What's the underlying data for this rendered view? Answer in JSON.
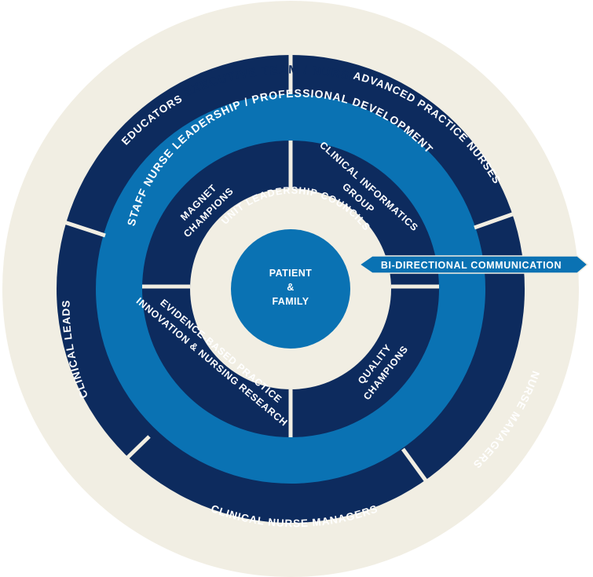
{
  "colors": {
    "cream": "#f1eee3",
    "navy": "#0d2b5e",
    "blue": "#0a72b3",
    "white": "#ffffff"
  },
  "outer_ring": {
    "title": "NURSE EXECUTIVE TEAM / NURSING CONGRESS"
  },
  "navy_ring": {
    "segments": [
      "EDUCATORS",
      "ADVANCED PRACTICE NURSES",
      "NURSE MANAGERS",
      "CLINICAL NURSE MANAGERS",
      "CLINICAL LEADS"
    ]
  },
  "blue_ring": {
    "title": "STAFF NURSE LEADERSHIP / PROFESSIONAL DEVELOPMENT"
  },
  "inner_ring": {
    "quadrants": {
      "top_left": [
        "MAGNET",
        "CHAMPIONS"
      ],
      "top_right": [
        "CLINICAL INFORMATICS",
        "GROUP"
      ],
      "bottom_right": [
        "QUALITY",
        "CHAMPIONS"
      ],
      "bottom_left": [
        "EVIDENCE-BASED PRACTICE",
        "INNOVATION & NURSING RESEARCH"
      ]
    }
  },
  "unit_ring": {
    "title": "UNIT LEADERSHIP COUNCILS"
  },
  "center": {
    "lines": [
      "PATIENT",
      "&",
      "FAMILY"
    ]
  },
  "arrow": {
    "label": "BI-DIRECTIONAL COMMUNICATION"
  }
}
